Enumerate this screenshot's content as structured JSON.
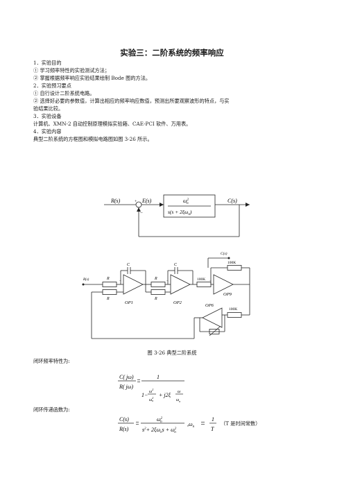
{
  "document": {
    "title": "实验三：二阶系统的频率响应",
    "lines": [
      "1．实验目的",
      "① 学习频率特性的实验测试方法；",
      "② 掌握根据频率响应实验结果绘制 Bode 图的方法。",
      "2．实验预习要点",
      "① 自行设计二阶系统电路。",
      "② 选择好必要的参数值，计算出相应的频率响应数值，预测出所要观察波形的特点，与实",
      "验结果比较。",
      "3．实验设备",
      "计算机、XMN-2 自动控制原理模拟实验箱、CAE-PCI 软件、万用表。",
      "4．实验内容",
      "典型二阶系统的方框图和模拟电路图如图 3-26 所示。"
    ],
    "figure_caption": "图 3-26  典型二阶系统",
    "closed_loop_freq_label": "闭环频率特性为:",
    "closed_loop_tf_label": "闭环传递函数为:",
    "tf_note": "（T 是时间常数）"
  },
  "block_diagram": {
    "input": "R(s)",
    "error": "E(s)",
    "output": "C(s)"
  },
  "circuit": {
    "input": "R(s)",
    "r": "R",
    "c": "C",
    "op1": "OP1",
    "op2": "OP2",
    "op9": "OP9",
    "op6": "OP6",
    "r100k": "100K",
    "output": "C(s)"
  }
}
